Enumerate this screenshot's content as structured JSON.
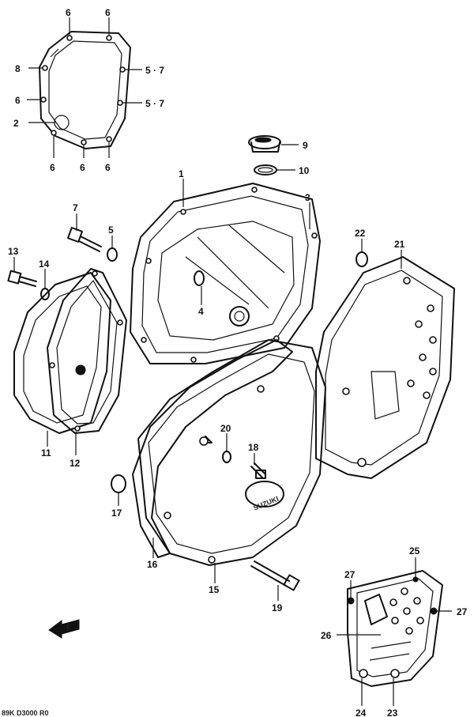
{
  "labels": {
    "n1": "1",
    "n2": "2",
    "n3": "3",
    "n4": "4",
    "n5_top_a": "5 · 7",
    "n5_top_b": "5 · 7",
    "n5": "5",
    "n6": "6",
    "n7": "7",
    "n8": "8",
    "n9": "9",
    "n10": "10",
    "n11": "11",
    "n12": "12",
    "n13": "13",
    "n14": "14",
    "n15": "15",
    "n16": "16",
    "n17": "17",
    "n18": "18",
    "n19": "19",
    "n20": "20",
    "n21": "21",
    "n22": "22",
    "n23": "23",
    "n24": "24",
    "n25": "25",
    "n26": "26",
    "n27": "27"
  },
  "cover_logo": "SUZUKI",
  "front_arrow": "F",
  "footer_code": "89K D3000 R0"
}
